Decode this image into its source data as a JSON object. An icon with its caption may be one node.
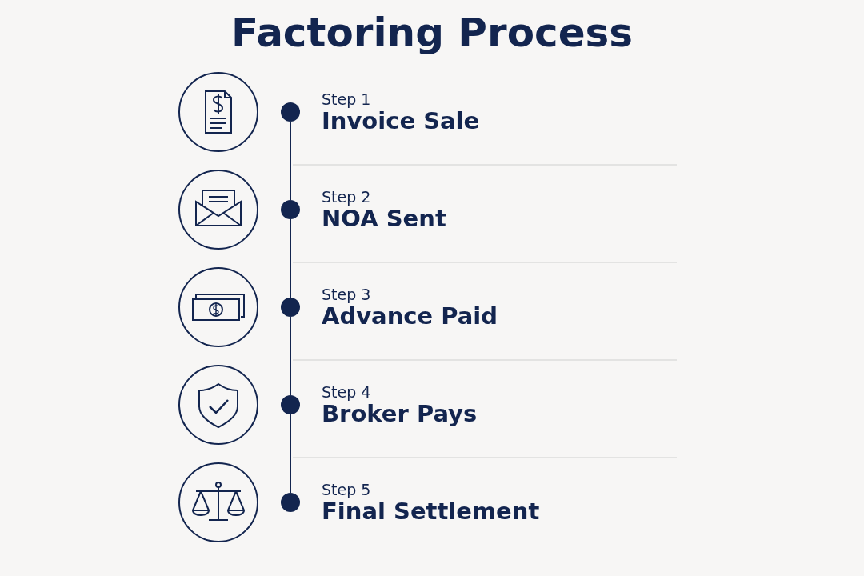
{
  "diagram": {
    "title": "Factoring Process",
    "nodes": [
      {
        "text": [],
        "shape": "circle",
        "beside": [
          "Step 1",
          "Invoice Sale"
        ]
      },
      {
        "text": [],
        "shape": "circle",
        "beside": [
          "Step 2",
          "NOA Sent"
        ]
      },
      {
        "text": [],
        "shape": "circle",
        "beside": [
          "Step 3",
          "Advance Paid"
        ]
      },
      {
        "text": [],
        "shape": "circle",
        "beside": [
          "Step 4",
          "Broker Pays"
        ]
      },
      {
        "text": [],
        "shape": "circle",
        "beside": [
          "Step 5",
          "Final Settlement"
        ]
      }
    ],
    "edges": [
      {
        "from": 0,
        "to": 1,
        "arrow": "none"
      },
      {
        "from": 1,
        "to": 2,
        "arrow": "none"
      },
      {
        "from": 2,
        "to": 3,
        "arrow": "none"
      },
      {
        "from": 3,
        "to": 4,
        "arrow": "none"
      }
    ]
  }
}
